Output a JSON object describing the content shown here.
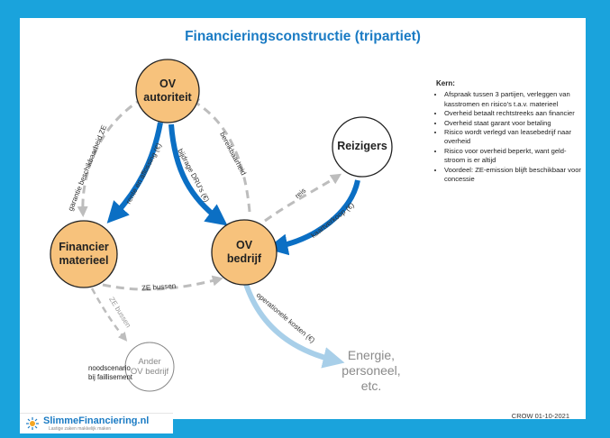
{
  "title": "Financieringsconstructie (tripartiet)",
  "nodes": {
    "ov_autoriteit": {
      "line1": "OV",
      "line2": "autoriteit"
    },
    "reizigers": {
      "line1": "Reizigers"
    },
    "financier": {
      "line1": "Financier",
      "line2": "materieel"
    },
    "ov_bedrijf": {
      "line1": "OV",
      "line2": "bedrijf"
    },
    "ander": {
      "line1": "Ander",
      "line2": "OV bedrijf"
    },
    "energie": {
      "line1": "Energie,",
      "line2": "personeel,",
      "line3": "etc."
    }
  },
  "edges": {
    "garantie": "garantie beschikbaarheid ZE",
    "rente": "rente en aflossing (€)",
    "bijdrage": "bijdrage DRU's (€)",
    "bereikbaarheid": "bereikbaarheid",
    "reis": "reis",
    "kaartverkoop": "kaartverkoop (€)",
    "ze_bussen": "ZE bussen",
    "ze_bussen_2": "ZE bussen",
    "operationele": "operationele kosten (€)"
  },
  "noodscenario": {
    "line1": "noodscenario",
    "line2": "bij faillisement"
  },
  "kern": {
    "heading": "Kern:",
    "items": [
      "Afspraak tussen 3 partijen, verleggen van kasstromen en risico's t.a.v. materieel",
      "Overheid betaalt rechtstreeks aan finan­cier",
      "Overheid staat garant voor betaling",
      "Risico wordt verlegd van leasebedrijf naar overheid",
      "Risico voor overheid beperkt, want geld­stroom is er altijd",
      "Voordeel: ZE-emission blijft beschikbaar voor concessie"
    ]
  },
  "footer": {
    "date": "CROW 01-10-2021"
  },
  "logo": {
    "name": "SlimmeFinanciering.nl",
    "tagline": "Lastige zaken makkelijk maken",
    "icon": "sun-icon"
  },
  "colors": {
    "background": "#1aa3dc",
    "node_fill": "#f7c27c",
    "arrow_blue": "#0b6fc4",
    "arrow_light": "#a8cfe9",
    "dashed": "#bdbdbd",
    "title": "#1a7bc4"
  }
}
